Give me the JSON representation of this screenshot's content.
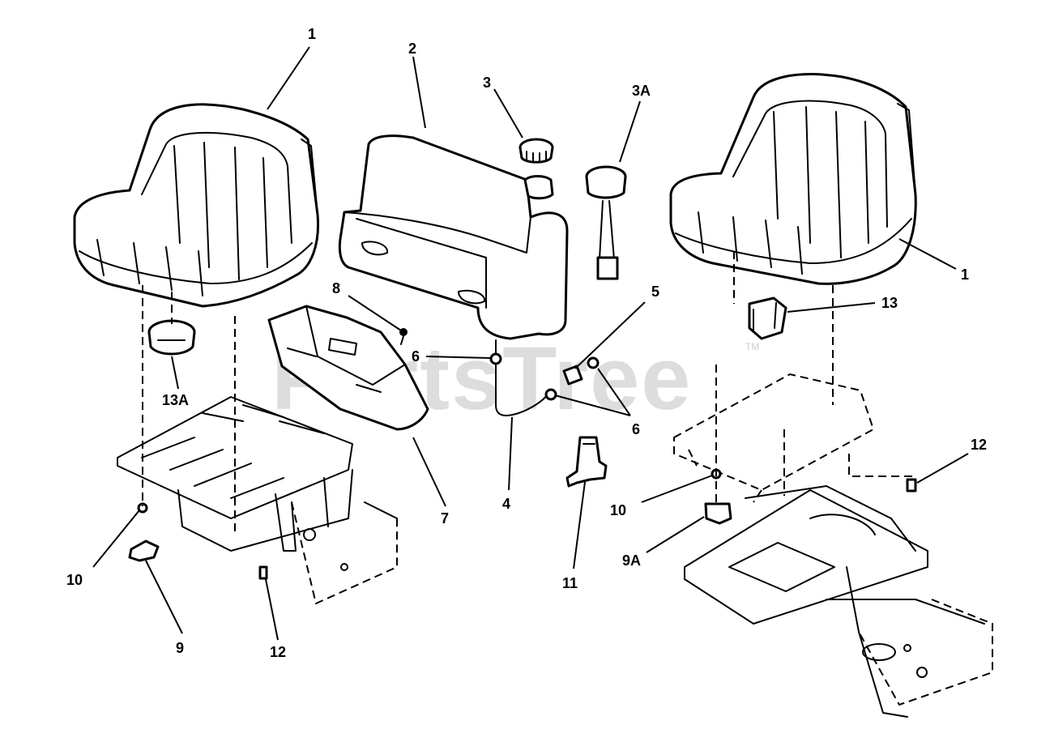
{
  "watermark": {
    "text": "PartsTree",
    "trademark": "TM"
  },
  "callouts": {
    "c1_left": "1",
    "c1_right": "1",
    "c2": "2",
    "c3": "3",
    "c3a": "3A",
    "c4": "4",
    "c5": "5",
    "c6_upper": "6",
    "c6_lower": "6",
    "c7": "7",
    "c8": "8",
    "c9": "9",
    "c9a": "9A",
    "c10_left": "10",
    "c10_right": "10",
    "c11": "11",
    "c12_left": "12",
    "c12_right": "12",
    "c13": "13",
    "c13a": "13A"
  }
}
